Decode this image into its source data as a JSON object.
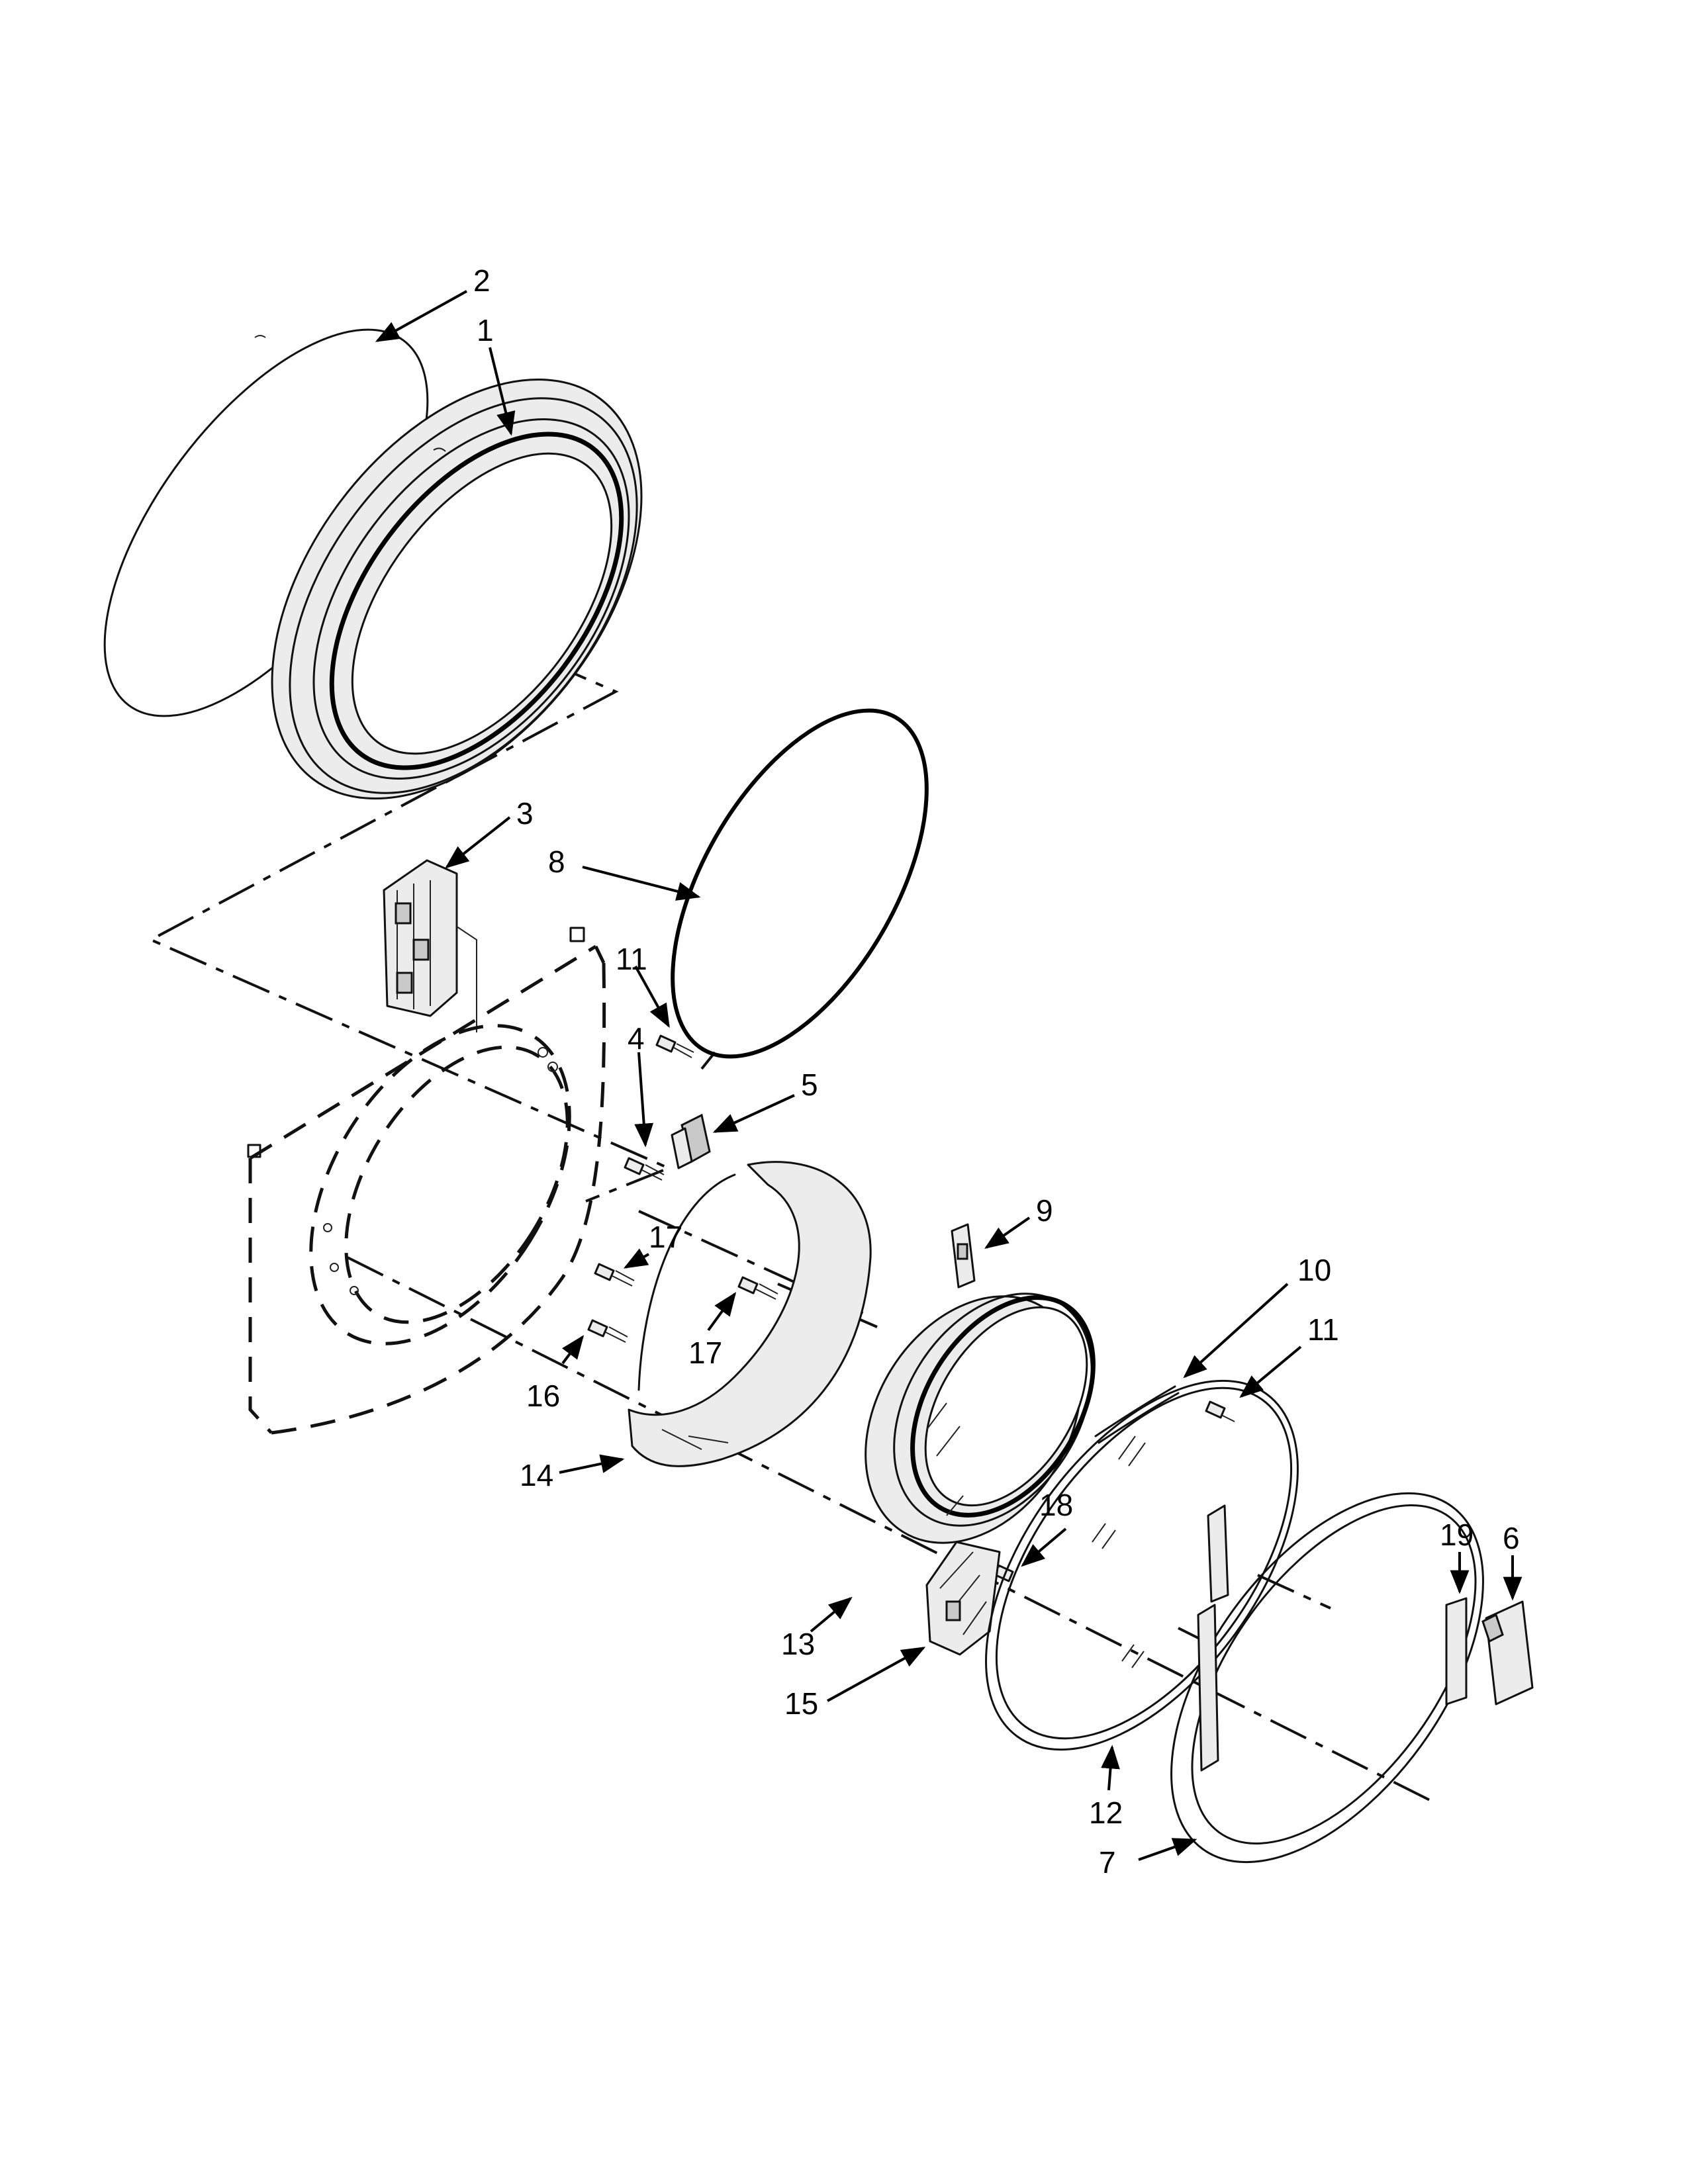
{
  "callouts": [
    {
      "id": "c2",
      "label": "2"
    },
    {
      "id": "c1",
      "label": "1"
    },
    {
      "id": "c3",
      "label": "3"
    },
    {
      "id": "c8",
      "label": "8"
    },
    {
      "id": "c11a",
      "label": "11"
    },
    {
      "id": "c4",
      "label": "4"
    },
    {
      "id": "c5",
      "label": "5"
    },
    {
      "id": "c9",
      "label": "9"
    },
    {
      "id": "c17a",
      "label": "17"
    },
    {
      "id": "c17b",
      "label": "17"
    },
    {
      "id": "c16",
      "label": "16"
    },
    {
      "id": "c10",
      "label": "10"
    },
    {
      "id": "c11b",
      "label": "11"
    },
    {
      "id": "c14",
      "label": "14"
    },
    {
      "id": "c18",
      "label": "18"
    },
    {
      "id": "c19",
      "label": "19"
    },
    {
      "id": "c6",
      "label": "6"
    },
    {
      "id": "c13",
      "label": "13"
    },
    {
      "id": "c15",
      "label": "15"
    },
    {
      "id": "c12",
      "label": "12"
    },
    {
      "id": "c7",
      "label": "7"
    }
  ]
}
